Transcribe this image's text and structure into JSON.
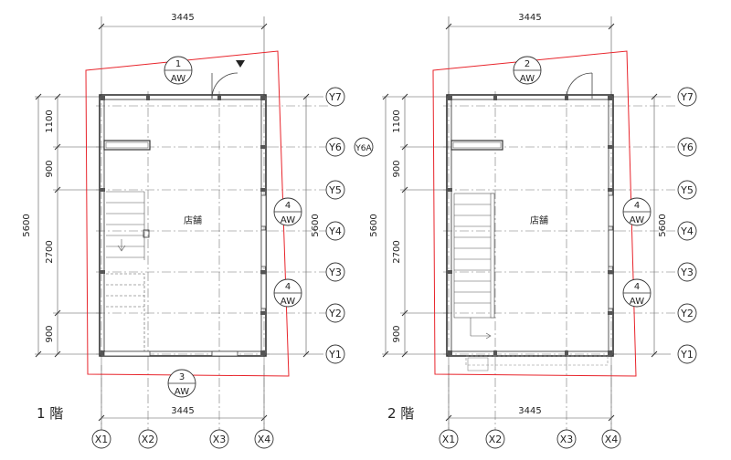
{
  "plans": [
    {
      "floor_label": "1 階",
      "room_label": "店舗",
      "width_top": "3445",
      "width_bottom": "3445",
      "height_total": "5600",
      "height_right": "5600",
      "segments": [
        "1100",
        "900",
        "2700",
        "900"
      ],
      "x_axes": [
        "X1",
        "X2",
        "X3",
        "X4"
      ],
      "y_axes": [
        "Y7",
        "Y6",
        "Y5",
        "Y4",
        "Y3",
        "Y2",
        "Y1"
      ],
      "y_extra": "Y6A",
      "elevation_tags": [
        {
          "num": "1",
          "code": "AW"
        },
        {
          "num": "3",
          "code": "AW"
        },
        {
          "num": "4",
          "code": "AW"
        },
        {
          "num": "4",
          "code": "AW"
        }
      ]
    },
    {
      "floor_label": "2 階",
      "room_label": "店舗",
      "width_top": "3445",
      "width_bottom": "3445",
      "height_total": "5600",
      "height_right": "5600",
      "segments": [
        "1100",
        "900",
        "2700",
        "900"
      ],
      "x_axes": [
        "X1",
        "X2",
        "X3",
        "X4"
      ],
      "y_axes": [
        "Y7",
        "Y6",
        "Y5",
        "Y4",
        "Y3",
        "Y2",
        "Y1"
      ],
      "elevation_tags": [
        {
          "num": "2",
          "code": "AW"
        },
        {
          "num": "4",
          "code": "AW"
        },
        {
          "num": "4",
          "code": "AW"
        }
      ]
    }
  ],
  "colors": {
    "line": "#333333",
    "grid": "#777777",
    "wall": "#444444",
    "red": "#e8242b"
  }
}
